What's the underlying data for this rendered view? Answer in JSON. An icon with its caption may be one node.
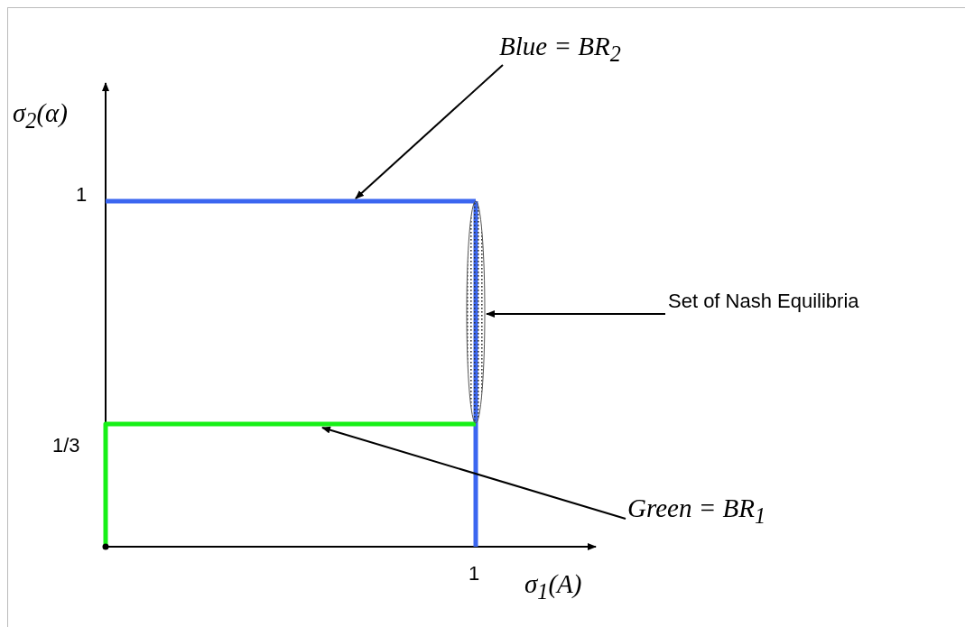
{
  "diagram": {
    "nodes": [
      {
        "text": [
          "Blue = BR$_{2}$"
        ]
      },
      {
        "text": [],
        "shape": "line"
      },
      {
        "text": [
          "Set of Nash Equilibria"
        ]
      },
      {
        "text": [],
        "shape": "ellipse"
      },
      {
        "text": [
          "Green = BR$_{1}$"
        ]
      },
      {
        "text": [],
        "shape": "line"
      }
    ],
    "edges": [
      {
        "from": 0,
        "to": 1,
        "arrow": "to"
      },
      {
        "from": 2,
        "to": 3,
        "arrow": "to"
      },
      {
        "from": 4,
        "to": 5,
        "arrow": "to"
      }
    ],
    "labels": [
      "σ$_{2}$(α)",
      "1",
      "1/3",
      "1",
      "σ$_{1}$(A)"
    ]
  }
}
